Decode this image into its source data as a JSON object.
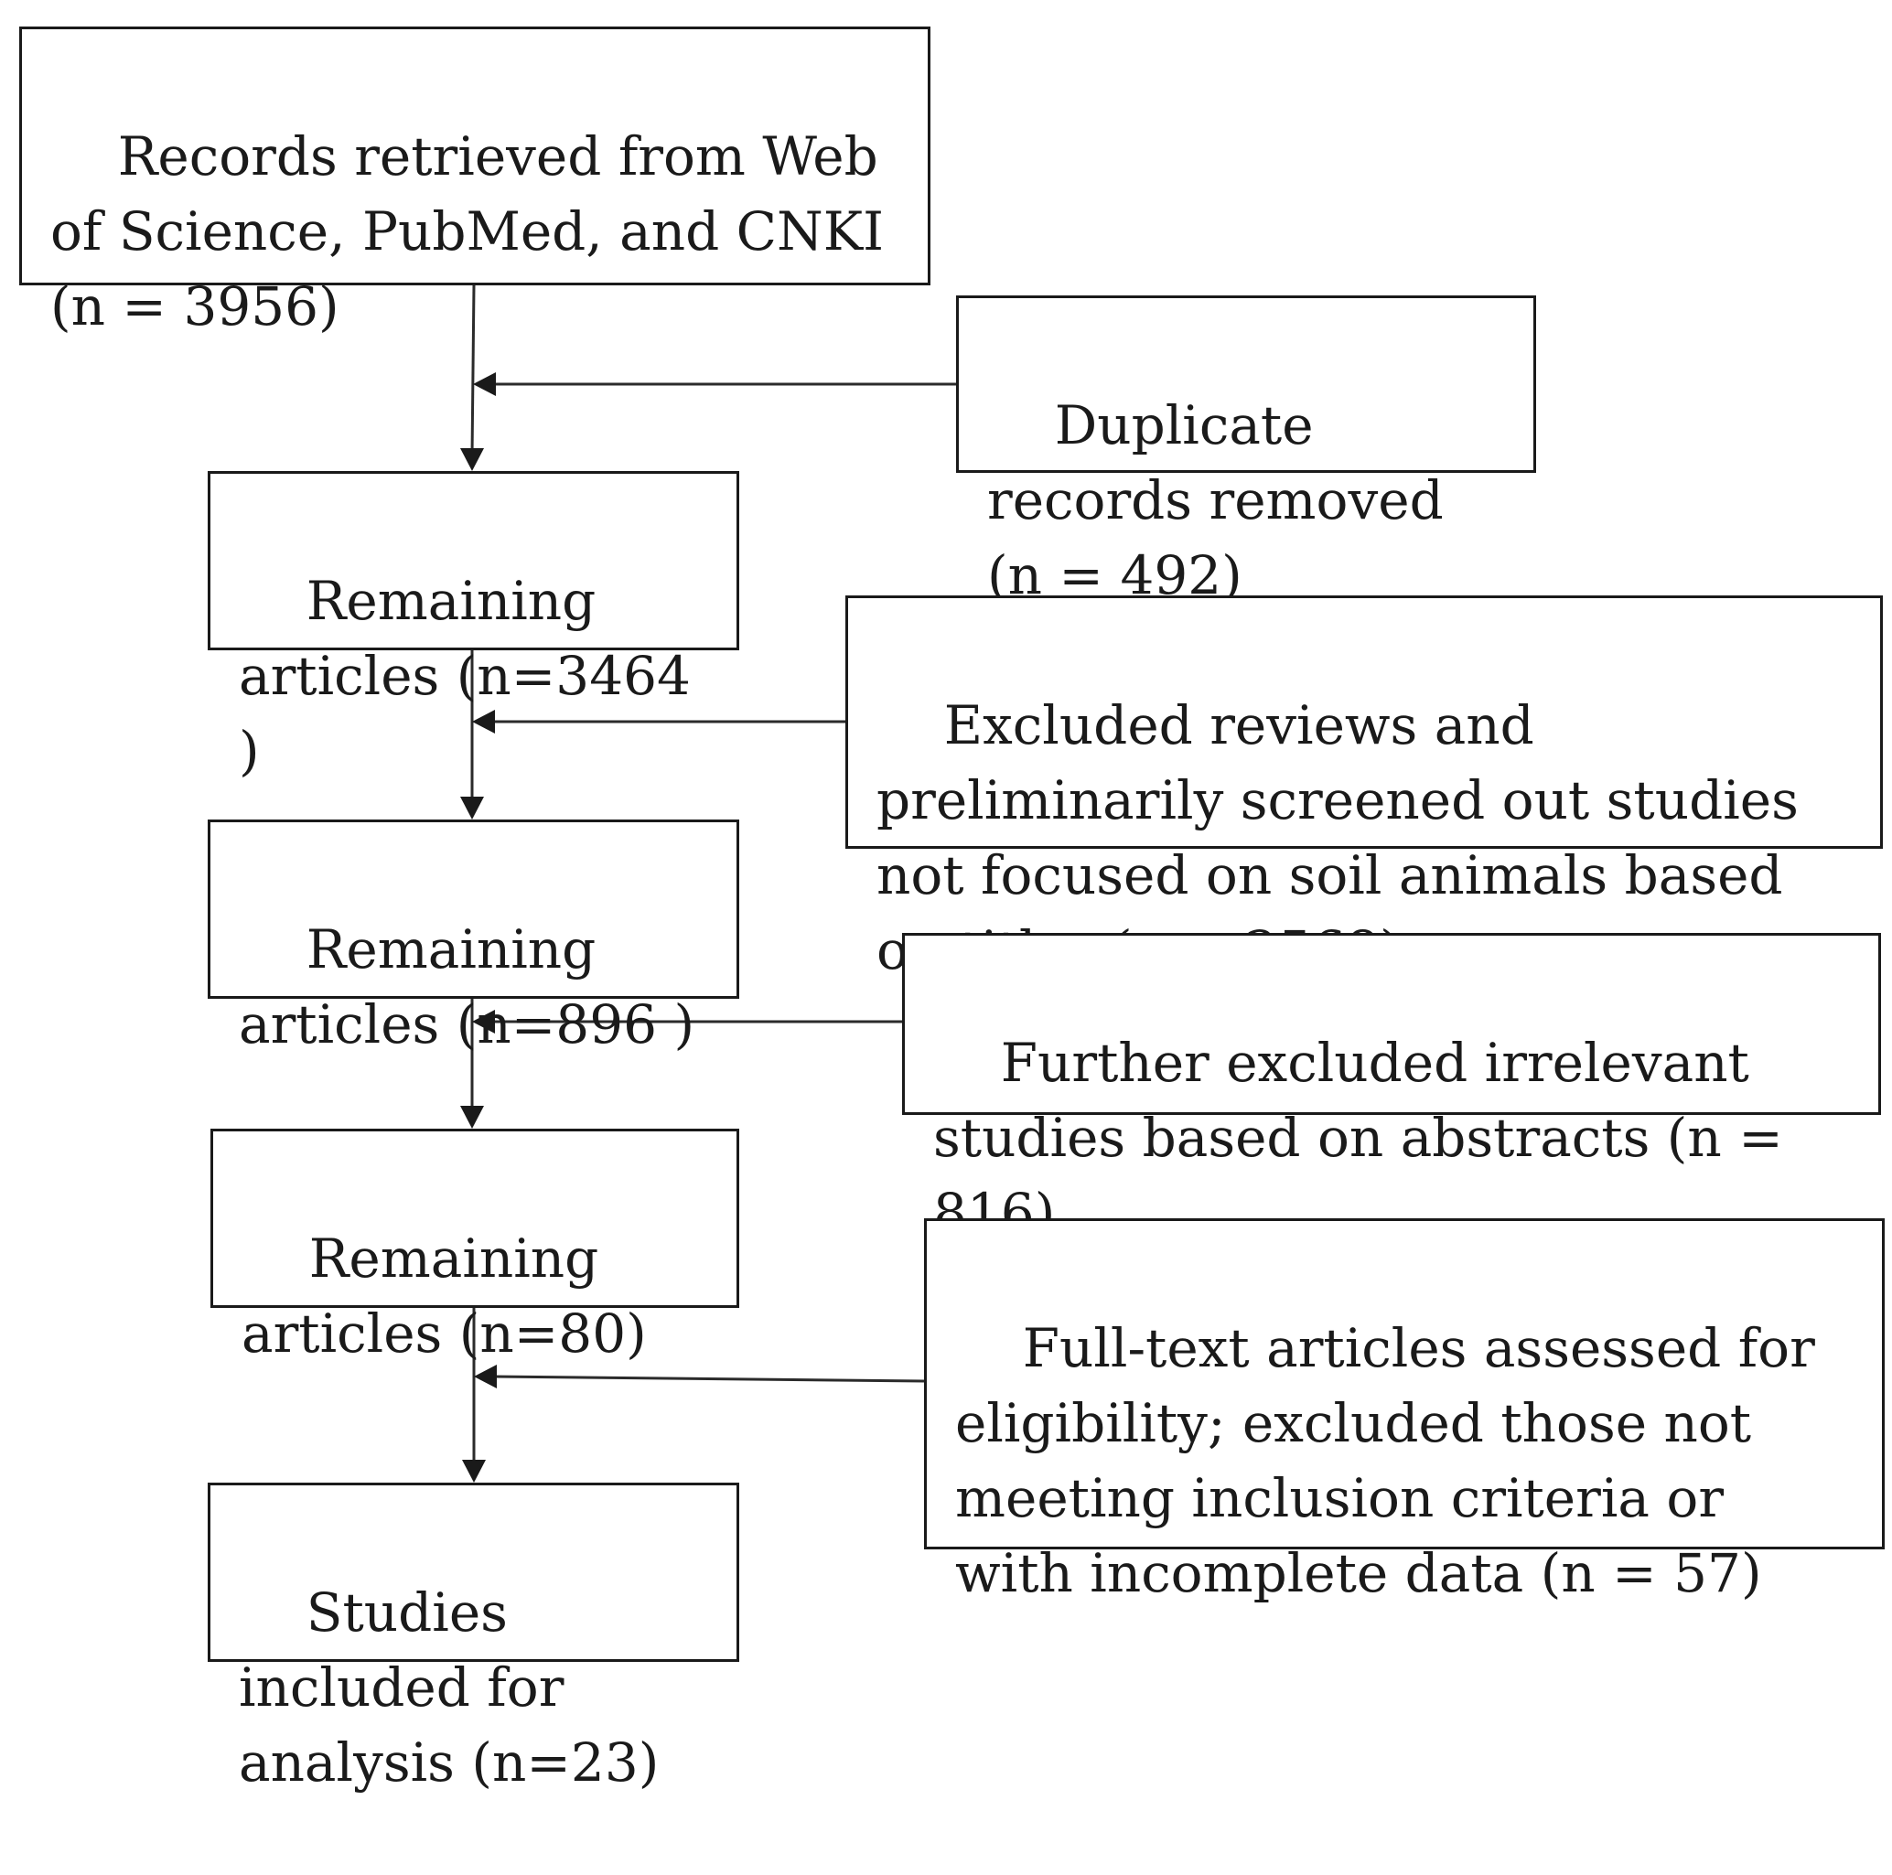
{
  "flowchart": {
    "records_retrieved": "Records retrieved from Web of Science, PubMed, and CNKI (n = 3956)",
    "duplicates_removed": "Duplicate records removed (n = 492)",
    "remaining_1": "Remaining articles (n=3464 )",
    "excluded_titles": "Excluded reviews and preliminarily screened out studies not focused on soil animals based on titles (n = 2568)",
    "remaining_2": "Remaining articles (n=896 )",
    "excluded_abstracts": "Further excluded irrelevant studies based on abstracts (n = 816)",
    "remaining_3": "Remaining articles (n=80)",
    "excluded_fulltext": "Full-text articles assessed for eligibility; excluded those not meeting inclusion criteria or with incomplete data (n = 57)",
    "included": "Studies included for analysis (n=23)"
  }
}
